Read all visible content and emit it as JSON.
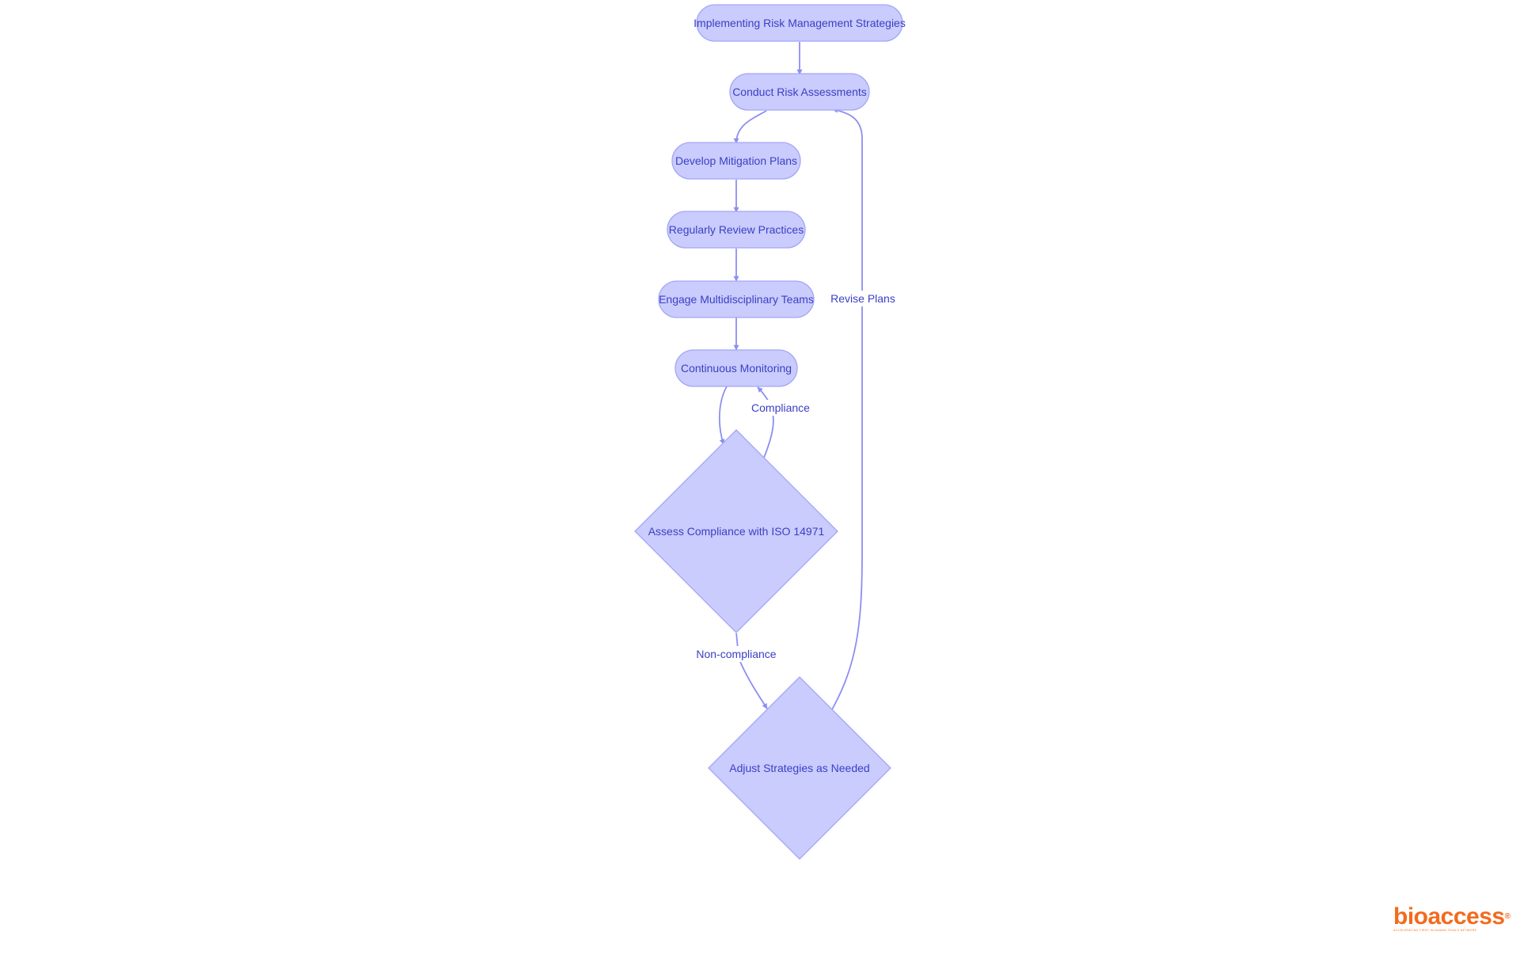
{
  "colors": {
    "node_fill": "#c9ccfc",
    "node_stroke": "#a3a6f7",
    "edge": "#8c8ff2",
    "text": "#3b3fc4",
    "brand": "#f26b1d"
  },
  "nodes": {
    "start": "Implementing Risk Management Strategies",
    "assess": "Conduct Risk Assessments",
    "mitigate": "Develop Mitigation Plans",
    "review": "Regularly Review Practices",
    "teams": "Engage Multidisciplinary Teams",
    "monitor": "Continuous Monitoring",
    "compliance": "Assess Compliance with ISO 14971",
    "adjust": "Adjust Strategies as Needed"
  },
  "edge_labels": {
    "compliance": "Compliance",
    "noncompliance": "Non-compliance",
    "revise": "Revise Plans"
  },
  "logo": {
    "brand": "bioaccess",
    "mark": "®",
    "tagline": "ACCELERATING FIRST-IN-HUMAN TRIALS NETWORK"
  }
}
